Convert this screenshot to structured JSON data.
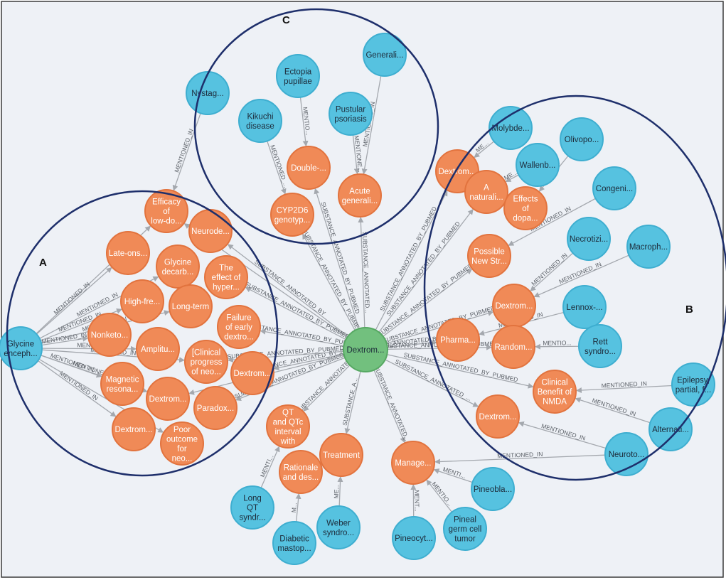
{
  "colors": {
    "orange_fill": "#f08a57",
    "orange_stroke": "#e2733e",
    "blue_fill": "#56c2e0",
    "blue_stroke": "#3eaed0",
    "green_fill": "#72c07e",
    "green_stroke": "#56a862",
    "cluster_stroke": "#1e2f6b"
  },
  "clusters": [
    {
      "label": "A"
    },
    {
      "label": "B"
    },
    {
      "label": "C"
    }
  ],
  "center": {
    "label": "Dextrom..."
  },
  "nodes": [
    {
      "id": "glycine",
      "type": "blue",
      "label": [
        "Glycine",
        "enceph..."
      ]
    },
    {
      "id": "efficacy",
      "type": "orange",
      "label": [
        "Efficacy",
        "of",
        "low-do..."
      ]
    },
    {
      "id": "neurode",
      "type": "orange",
      "label": [
        "Neurode..."
      ]
    },
    {
      "id": "lateons",
      "type": "orange",
      "label": [
        "Late-ons..."
      ]
    },
    {
      "id": "glydec",
      "type": "orange",
      "label": [
        "Glycine",
        "decarb..."
      ]
    },
    {
      "id": "effecthyper",
      "type": "orange",
      "label": [
        "The",
        "effect of",
        "hyper..."
      ]
    },
    {
      "id": "highfre",
      "type": "orange",
      "label": [
        "High-fre..."
      ]
    },
    {
      "id": "longterm",
      "type": "orange",
      "label": [
        "Long-term"
      ]
    },
    {
      "id": "failure",
      "type": "orange",
      "label": [
        "Failure",
        "of early",
        "dextro..."
      ]
    },
    {
      "id": "nonketo",
      "type": "orange",
      "label": [
        "Nonketo..."
      ]
    },
    {
      "id": "amplitu",
      "type": "orange",
      "label": [
        "Amplitu..."
      ]
    },
    {
      "id": "clinprog",
      "type": "orange",
      "label": [
        "[Clinical",
        "progress",
        "of neo..."
      ]
    },
    {
      "id": "dextA1",
      "type": "orange",
      "label": [
        "Dextrom..."
      ]
    },
    {
      "id": "magnetic",
      "type": "orange",
      "label": [
        "Magnetic",
        "resona..."
      ]
    },
    {
      "id": "dextA2",
      "type": "orange",
      "label": [
        "Dextrom..."
      ]
    },
    {
      "id": "paradox",
      "type": "orange",
      "label": [
        "Paradox..."
      ]
    },
    {
      "id": "dextA3",
      "type": "orange",
      "label": [
        "Dextrom..."
      ]
    },
    {
      "id": "poor",
      "type": "orange",
      "label": [
        "Poor",
        "outcome",
        "for",
        "neo..."
      ]
    },
    {
      "id": "nystag",
      "type": "blue",
      "label": [
        "Nystag..."
      ]
    },
    {
      "id": "ectopia",
      "type": "blue",
      "label": [
        "Ectopia",
        "pupillae"
      ]
    },
    {
      "id": "generali",
      "type": "blue",
      "label": [
        "Generali..."
      ]
    },
    {
      "id": "kikuchi",
      "type": "blue",
      "label": [
        "Kikuchi",
        "disease"
      ]
    },
    {
      "id": "pustular",
      "type": "blue",
      "label": [
        "Pustular",
        "psoriasis"
      ]
    },
    {
      "id": "double",
      "type": "orange",
      "label": [
        "Double-..."
      ]
    },
    {
      "id": "cyp2d6",
      "type": "orange",
      "label": [
        "CYP2D6",
        "genotyp..."
      ]
    },
    {
      "id": "acute",
      "type": "orange",
      "label": [
        "Acute",
        "generali..."
      ]
    },
    {
      "id": "molybde",
      "type": "blue",
      "label": [
        "Molybde..."
      ]
    },
    {
      "id": "olivopo",
      "type": "blue",
      "label": [
        "Olivopo..."
      ]
    },
    {
      "id": "wallenb",
      "type": "blue",
      "label": [
        "Wallenb..."
      ]
    },
    {
      "id": "congeni",
      "type": "blue",
      "label": [
        "Congeni..."
      ]
    },
    {
      "id": "dextB1",
      "type": "orange",
      "label": [
        "Dextrom..."
      ]
    },
    {
      "id": "natural",
      "type": "orange",
      "label": [
        "A",
        "naturali..."
      ]
    },
    {
      "id": "effdopa",
      "type": "orange",
      "label": [
        "Effects",
        "of",
        "dopa..."
      ]
    },
    {
      "id": "possible",
      "type": "orange",
      "label": [
        "Possible",
        "New Str..."
      ]
    },
    {
      "id": "necrotizi",
      "type": "blue",
      "label": [
        "Necrotizi..."
      ]
    },
    {
      "id": "macroph",
      "type": "blue",
      "label": [
        "Macroph..."
      ]
    },
    {
      "id": "dextB2",
      "type": "orange",
      "label": [
        "Dextrom..."
      ]
    },
    {
      "id": "lennox",
      "type": "blue",
      "label": [
        "Lennox-..."
      ]
    },
    {
      "id": "pharma",
      "type": "orange",
      "label": [
        "Pharma..."
      ]
    },
    {
      "id": "random",
      "type": "orange",
      "label": [
        "Random..."
      ]
    },
    {
      "id": "rett",
      "type": "blue",
      "label": [
        "Rett",
        "syndro..."
      ]
    },
    {
      "id": "clinben",
      "type": "orange",
      "label": [
        "Clinical",
        "Benefit of",
        "NMDA"
      ]
    },
    {
      "id": "epilepsy",
      "type": "blue",
      "label": [
        "Epilepsy,",
        "partial, f..."
      ]
    },
    {
      "id": "dextB3",
      "type": "orange",
      "label": [
        "Dextrom..."
      ]
    },
    {
      "id": "alternati",
      "type": "blue",
      "label": [
        "Alternati..."
      ]
    },
    {
      "id": "neuroto",
      "type": "blue",
      "label": [
        "Neuroto..."
      ]
    },
    {
      "id": "qtc",
      "type": "orange",
      "label": [
        "QT",
        "and QTc",
        "interval",
        "with"
      ]
    },
    {
      "id": "treatment",
      "type": "orange",
      "label": [
        "Treatment"
      ]
    },
    {
      "id": "rationale",
      "type": "orange",
      "label": [
        "Rationale",
        "and des..."
      ]
    },
    {
      "id": "longqt",
      "type": "blue",
      "label": [
        "Long",
        "QT",
        "syndr..."
      ]
    },
    {
      "id": "weber",
      "type": "blue",
      "label": [
        "Weber",
        "syndro..."
      ]
    },
    {
      "id": "diabetic",
      "type": "blue",
      "label": [
        "Diabetic",
        "mastop..."
      ]
    },
    {
      "id": "manage",
      "type": "orange",
      "label": [
        "Manage..."
      ]
    },
    {
      "id": "pineobla",
      "type": "blue",
      "label": [
        "Pineobla..."
      ]
    },
    {
      "id": "pineal",
      "type": "blue",
      "label": [
        "Pineal",
        "germ cell",
        "tumor"
      ]
    },
    {
      "id": "pineocyt",
      "type": "blue",
      "label": [
        "Pineocyt..."
      ]
    }
  ],
  "edges": [
    {
      "from": "glycine",
      "to": "efficacy",
      "label": ""
    },
    {
      "from": "glycine",
      "to": "lateons",
      "label": "MENTIONED_IN"
    },
    {
      "from": "glycine",
      "to": "glydec",
      "label": "MENTIONED_IN"
    },
    {
      "from": "glycine",
      "to": "highfre",
      "label": "MENTIONED_IN"
    },
    {
      "from": "glycine",
      "to": "longterm",
      "label": "MENTIONED_IN"
    },
    {
      "from": "glycine",
      "to": "nonketo",
      "label": "MENTIONED_IN"
    },
    {
      "from": "glycine",
      "to": "amplitu",
      "label": "MENTI..."
    },
    {
      "from": "glycine",
      "to": "clinprog",
      "label": "MENTIONED_IN"
    },
    {
      "from": "glycine",
      "to": "magnetic",
      "label": "MENTIONED_IN"
    },
    {
      "from": "glycine",
      "to": "dextA2",
      "label": "MENTIONED_IN"
    },
    {
      "from": "glycine",
      "to": "dextA3",
      "label": "MENTIONED_IN"
    },
    {
      "from": "glycine",
      "to": "poor",
      "label": ""
    },
    {
      "from": "nystag",
      "to": "efficacy",
      "label": "MENTIONED_IN"
    },
    {
      "from": "center",
      "to": "efficacy",
      "label": ""
    },
    {
      "from": "center",
      "to": "neurode",
      "label": "SUBSTANCE_ANNOTATED_BY"
    },
    {
      "from": "center",
      "to": "effecthyper",
      "label": "SUBSTANCE_ANNOTATED_BY_PUBMED"
    },
    {
      "from": "center",
      "to": "failure",
      "label": "SUBSTANCE_ANNOTATED_BY_PUBMED"
    },
    {
      "from": "center",
      "to": "dextA1",
      "label": "SUBSTANCE_ANNOTATED_BY_PUBMED"
    },
    {
      "from": "center",
      "to": "clinprog",
      "label": "SUBSTANCE_ANNOTATED_BY_PUBMED"
    },
    {
      "from": "center",
      "to": "paradox",
      "label": "SUBSTANCE_ANNOTATED_BY_PUBMED"
    },
    {
      "from": "center",
      "to": "dextA2",
      "label": ""
    },
    {
      "from": "ectopia",
      "to": "double",
      "label": "MENTIO..."
    },
    {
      "from": "kikuchi",
      "to": "cyp2d6",
      "label": "MENTIONED_..."
    },
    {
      "from": "pustular",
      "to": "acute",
      "label": "MENTIONE..."
    },
    {
      "from": "generali",
      "to": "acute",
      "label": "MENTIONED_IN"
    },
    {
      "from": "center",
      "to": "double",
      "label": "SUBSTANCE_ANNOTATED_BY_PUBMED"
    },
    {
      "from": "center",
      "to": "cyp2d6",
      "label": "SUBSTANCE_ANNOTATED_BY_PUBMED"
    },
    {
      "from": "center",
      "to": "acute",
      "label": "SUBSTANCE_ANNOTATED..."
    },
    {
      "from": "molybde",
      "to": "dextB1",
      "label": "ME..."
    },
    {
      "from": "wallenb",
      "to": "natural",
      "label": "ME..."
    },
    {
      "from": "olivopo",
      "to": "effdopa",
      "label": "MENTI..."
    },
    {
      "from": "congeni",
      "to": "possible",
      "label": "MENTIONED_IN"
    },
    {
      "from": "necrotizi",
      "to": "dextB2",
      "label": "MENTIONED_IN"
    },
    {
      "from": "macroph",
      "to": "dextB2",
      "label": "MENTIONED_IN"
    },
    {
      "from": "lennox",
      "to": "pharma",
      "label": "MENTIONED_IN"
    },
    {
      "from": "rett",
      "to": "random",
      "label": "MENTIO..."
    },
    {
      "from": "epilepsy",
      "to": "clinben",
      "label": "MENTIONED_IN"
    },
    {
      "from": "alternati",
      "to": "clinben",
      "label": "MENTIONED_IN"
    },
    {
      "from": "neuroto",
      "to": "dextB3",
      "label": "MENTIONED_IN"
    },
    {
      "from": "neuroto",
      "to": "manage",
      "label": "MENTIONED_IN"
    },
    {
      "from": "center",
      "to": "dextB1",
      "label": "SUBSTANCE_ANNOTATED_BY_PUBMED"
    },
    {
      "from": "center",
      "to": "natural",
      "label": "SUBSTANCE_ANNOTATED_BY_PUBMED"
    },
    {
      "from": "center",
      "to": "possible",
      "label": "SUBSTANCE_ANNOTATED_BY_PUBMED"
    },
    {
      "from": "center",
      "to": "dextB2",
      "label": "SUBSTANCE_ANNOTATED_BY_PUBMED"
    },
    {
      "from": "center",
      "to": "pharma",
      "label": "SUBSTANCE_ANNOTATED_BY_PUBMED"
    },
    {
      "from": "center",
      "to": "random",
      "label": "SUBSTANCE_ANNOTATED_BY_PUBMED"
    },
    {
      "from": "center",
      "to": "clinben",
      "label": "SUBSTANCE_ANNOTATED_BY_PUBMED"
    },
    {
      "from": "center",
      "to": "dextB3",
      "label": "SUBSTANCE_ANNOTATED_..."
    },
    {
      "from": "center",
      "to": "qtc",
      "label": "SUBSTANCE_ANNOTATE..."
    },
    {
      "from": "center",
      "to": "treatment",
      "label": "SUBSTANCE_A..."
    },
    {
      "from": "center",
      "to": "manage",
      "label": "SUBSTANCE_ANNOTATED_..."
    },
    {
      "from": "longqt",
      "to": "qtc",
      "label": "MENTI..."
    },
    {
      "from": "weber",
      "to": "treatment",
      "label": "ME..."
    },
    {
      "from": "diabetic",
      "to": "rationale",
      "label": "M..."
    },
    {
      "from": "pineobla",
      "to": "manage",
      "label": "MENTI..."
    },
    {
      "from": "pineal",
      "to": "manage",
      "label": "MENTIO..."
    },
    {
      "from": "pineocyt",
      "to": "manage",
      "label": "MENT..."
    }
  ]
}
